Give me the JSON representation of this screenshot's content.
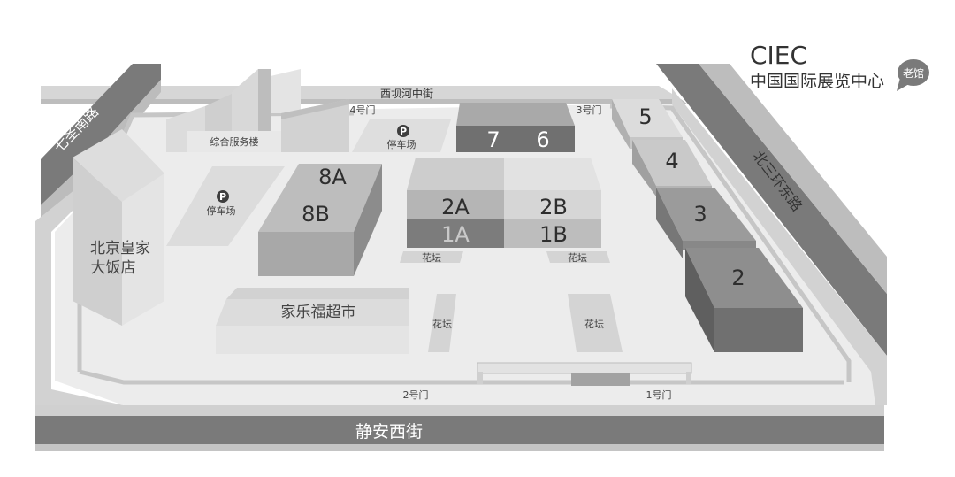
{
  "brand": {
    "title": "CIEC",
    "subtitle": "中国国际展览中心",
    "badge": "老馆"
  },
  "roads": {
    "north": "西坝河中街",
    "south": "静安西街",
    "west": "七圣南路",
    "east": "北三环东路"
  },
  "gates": {
    "g1": "1号门",
    "g2": "2号门",
    "g3": "3号门",
    "g4": "4号门"
  },
  "buildings": {
    "service": "综合服务楼",
    "hotel_line1": "北京皇家",
    "hotel_line2": "大饭店",
    "supermarket": "家乐福超市"
  },
  "parking": {
    "symbol": "P",
    "label": "停车场"
  },
  "flowerbed": "花坛",
  "halls": {
    "h7": "7",
    "h6": "6",
    "h8a": "8A",
    "h8b": "8B",
    "h2a": "2A",
    "h2b": "2B",
    "h1a": "1A",
    "h1b": "1B",
    "h5": "5",
    "h4": "4",
    "h3": "3",
    "h2": "2"
  },
  "colors": {
    "road_dark": "#7b7b7b",
    "road_light": "#d9d9d9",
    "hall_dark": "#6f6f6f",
    "hall_mid": "#9a9a9a",
    "hall_light": "#c8c8c8",
    "ground": "#e6e6e6"
  }
}
